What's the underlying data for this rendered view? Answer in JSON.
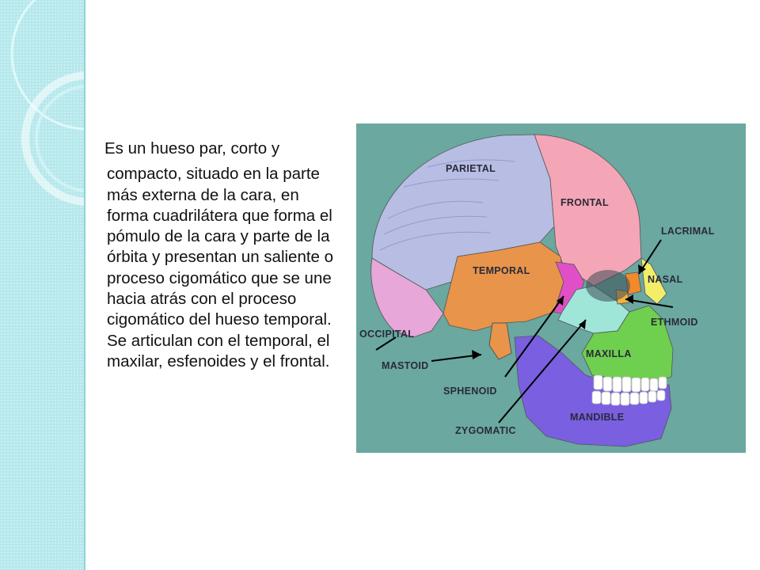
{
  "slide": {
    "paragraph": [
      "Es un hueso par, corto y",
      "compacto, situado en la parte",
      "más externa de la cara, en",
      "forma cuadrilátera que forma el",
      "pómulo de la cara y parte de la",
      "órbita y presentan un saliente o",
      "proceso cigomático que se une",
      "hacia atrás con el proceso",
      "cigomático del hueso temporal.",
      "Se articulan con el temporal, el",
      "maxilar, esfenoides y el frontal."
    ]
  },
  "figure": {
    "background_color": "#6aa8a0",
    "labels": {
      "parietal": "PARIETAL",
      "frontal": "FRONTAL",
      "lacrimal": "LACRIMAL",
      "temporal": "TEMPORAL",
      "nasal": "NASAL",
      "occipital": "OCCIPITAL",
      "ethmoid": "ETHMOID",
      "maxilla": "MAXILLA",
      "mastoid": "MASTOID",
      "sphenoid": "SPHENOID",
      "mandible": "MANDIBLE",
      "zygomatic": "ZYGOMATIC"
    },
    "bone_colors": {
      "parietal": "#b7bde3",
      "frontal": "#f4a6b6",
      "temporal": "#e8944a",
      "occipital": "#e7a7d9",
      "sphenoid": "#e04fc8",
      "zygomatic": "#9fe6d8",
      "maxilla": "#6fcf4f",
      "mandible": "#7a5fe0",
      "nasal": "#f2ee6a",
      "lacrimal": "#f08a2a",
      "ethmoid": "#f6b23a"
    }
  }
}
